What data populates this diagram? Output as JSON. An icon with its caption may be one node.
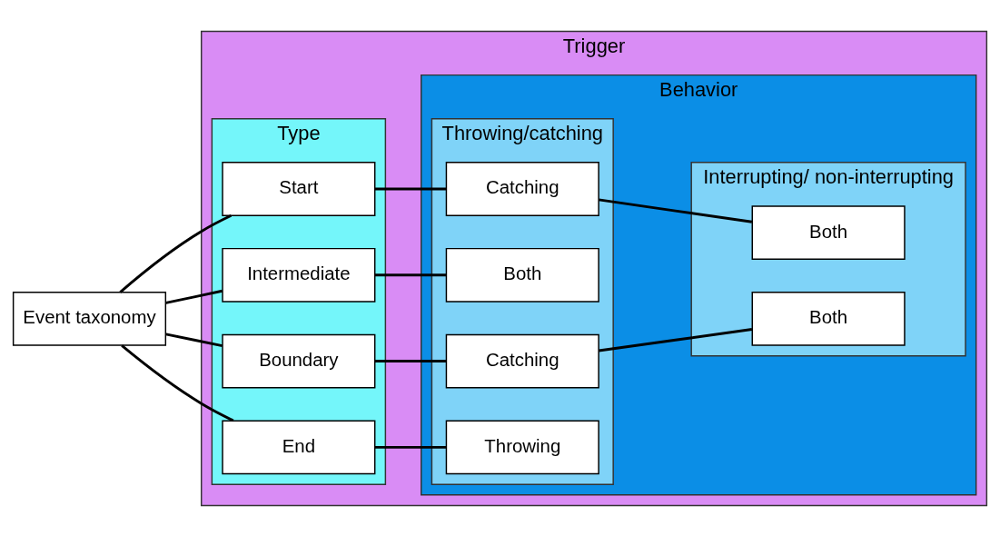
{
  "diagram": {
    "nodes": [
      {
        "text": [
          "Trigger"
        ]
      },
      {
        "text": [
          "Type"
        ],
        "in": 0
      },
      {
        "text": [
          "Behavior"
        ],
        "in": 0
      },
      {
        "text": [
          "Throwing/catching"
        ],
        "in": 2
      },
      {
        "text": [
          "Interrupting/ non-interrupting"
        ],
        "in": 2
      },
      {
        "text": [
          "Event taxonomy"
        ]
      },
      {
        "text": [
          "Start"
        ],
        "in": 1
      },
      {
        "text": [
          "Intermediate"
        ],
        "in": 1
      },
      {
        "text": [
          "Boundary"
        ],
        "in": 1
      },
      {
        "text": [
          "End"
        ],
        "in": 1
      },
      {
        "text": [
          "Catching"
        ],
        "in": 3
      },
      {
        "text": [
          "Both"
        ],
        "in": 3
      },
      {
        "text": [
          "Catching"
        ],
        "in": 3
      },
      {
        "text": [
          "Throwing"
        ],
        "in": 3
      },
      {
        "text": [
          "Both"
        ],
        "in": 4
      },
      {
        "text": [
          "Both"
        ],
        "in": 4
      }
    ],
    "edges": [
      {
        "from": 5,
        "to": 6,
        "arrow": "none"
      },
      {
        "from": 5,
        "to": 7,
        "arrow": "none"
      },
      {
        "from": 5,
        "to": 8,
        "arrow": "none"
      },
      {
        "from": 5,
        "to": 9,
        "arrow": "none"
      },
      {
        "from": 6,
        "to": 10,
        "arrow": "none"
      },
      {
        "from": 7,
        "to": 11,
        "arrow": "none"
      },
      {
        "from": 8,
        "to": 12,
        "arrow": "none"
      },
      {
        "from": 9,
        "to": 13,
        "arrow": "none"
      },
      {
        "from": 10,
        "to": 14,
        "arrow": "none"
      },
      {
        "from": 12,
        "to": 15,
        "arrow": "none"
      }
    ]
  }
}
